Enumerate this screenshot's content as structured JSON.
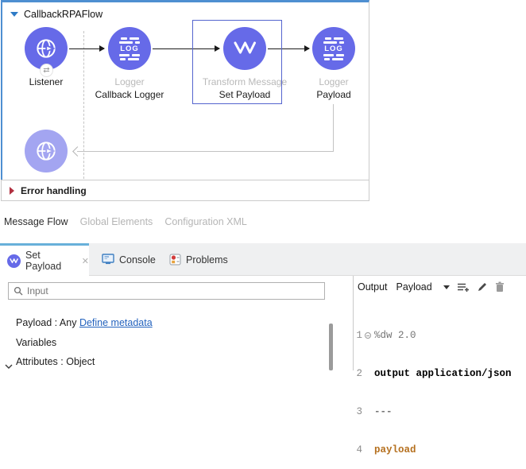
{
  "flow": {
    "name": "CallbackRPAFlow",
    "error_handling_label": "Error handling",
    "nodes": [
      {
        "title": "",
        "label": "Listener"
      },
      {
        "title": "Logger",
        "label": "Callback Logger"
      },
      {
        "title": "Transform Message",
        "label": "Set Payload"
      },
      {
        "title": "Logger",
        "label": "Payload"
      }
    ]
  },
  "view_tabs": [
    {
      "label": "Message Flow"
    },
    {
      "label": "Global Elements"
    },
    {
      "label": "Configuration XML"
    }
  ],
  "bottom_panel": {
    "tabs": [
      {
        "label": "Set Payload",
        "close": "✕"
      },
      {
        "label": "Console"
      },
      {
        "label": "Problems"
      }
    ],
    "input_pane": {
      "search_placeholder": "Input",
      "payload_row": {
        "text": "Payload : Any",
        "link": "Define metadata"
      },
      "variables_row": {
        "text": "Variables"
      },
      "attributes_row": {
        "text": "Attributes : Object"
      }
    },
    "output_pane": {
      "header_label": "Output",
      "selected_scope": "Payload",
      "code": [
        {
          "num": "1",
          "text": "%dw 2.0"
        },
        {
          "num": "2",
          "text": "output application/json"
        },
        {
          "num": "3",
          "text": "---"
        },
        {
          "num": "4",
          "text": "payload"
        }
      ]
    }
  },
  "icons": {
    "log_text": "LOG",
    "listener_badge": "⇄"
  },
  "colors": {
    "node_purple": "#666ae8",
    "node_purple_light": "#a3a5f1",
    "flow_border_blue": "#4e8fd1",
    "selection_border": "#5565ce",
    "tab_accent_blue": "#68b0da",
    "link_blue": "#2463be",
    "error_red": "#b13040",
    "code_payload_orange": "#b5701f",
    "console_icon_blue": "#3f7fc1"
  }
}
